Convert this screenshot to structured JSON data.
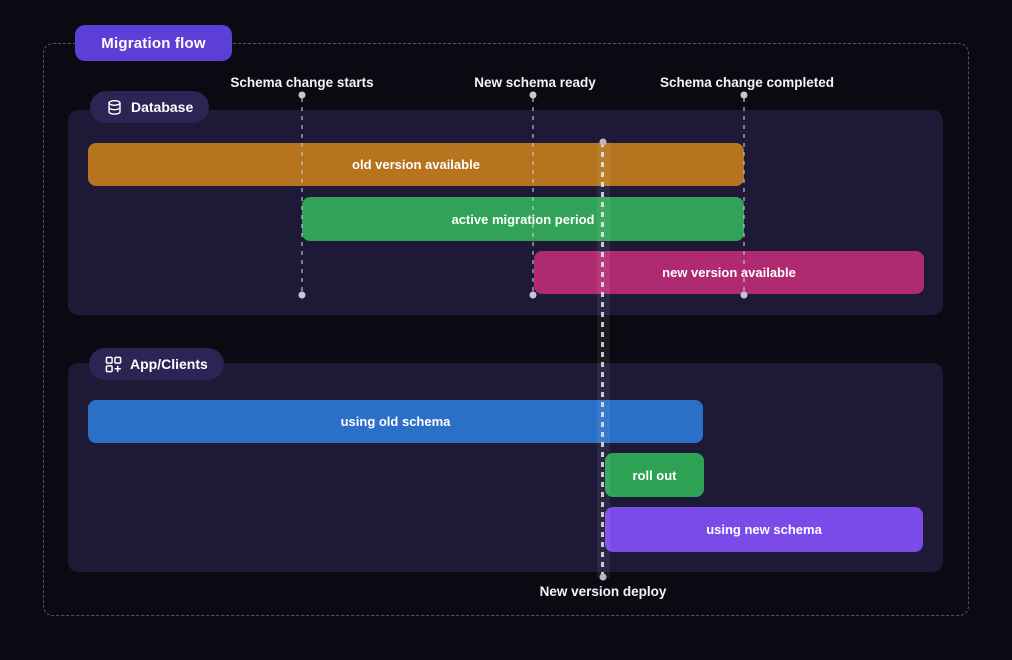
{
  "page": {
    "title": "Migration flow"
  },
  "colors": {
    "background": "#0b0a12",
    "panel": "#1d1936",
    "title_badge": "#5b3fd6",
    "section_badge": "#2b2454",
    "bar_old_version": "#b5741d",
    "bar_active_migration": "#31a258",
    "bar_new_version": "#b02a72",
    "bar_using_old": "#2a70c8",
    "bar_roll_out": "#2ea254",
    "bar_using_new": "#7a4be9"
  },
  "milestones": [
    {
      "id": "schema-change-starts",
      "label": "Schema change starts"
    },
    {
      "id": "new-schema-ready",
      "label": "New schema ready"
    },
    {
      "id": "schema-change-completed",
      "label": "Schema change completed"
    },
    {
      "id": "new-version-deploy",
      "label": "New version deploy"
    }
  ],
  "sections": [
    {
      "id": "database",
      "label": "Database",
      "icon": "database-icon",
      "bars": [
        {
          "label": "old version available"
        },
        {
          "label": "active migration period"
        },
        {
          "label": "new version available"
        }
      ]
    },
    {
      "id": "app-clients",
      "label": "App/Clients",
      "icon": "grid-plus-icon",
      "bars": [
        {
          "label": "using old schema"
        },
        {
          "label": "roll out"
        },
        {
          "label": "using new schema"
        }
      ]
    }
  ]
}
